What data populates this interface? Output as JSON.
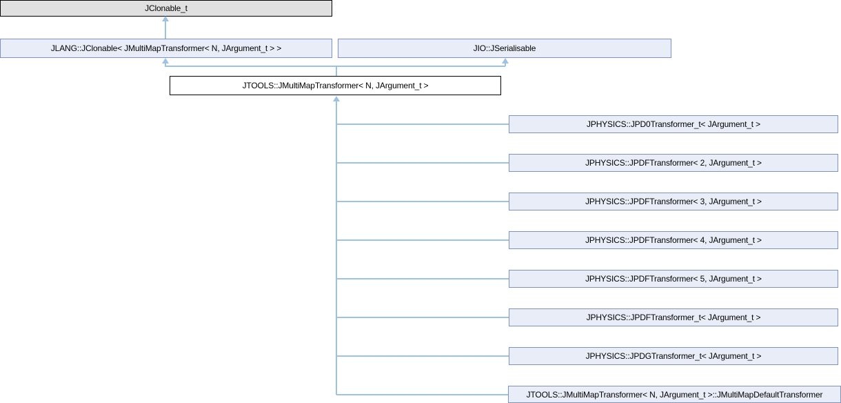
{
  "diagram": {
    "kind": "inheritance-graph",
    "colors": {
      "node_fill": "#E8EDF7",
      "node_border": "#7D91C3",
      "current_node_fill": "#FFFFFF",
      "current_node_border": "#000000",
      "root_node_fill": "#E0E0E0",
      "root_node_border": "#000000",
      "edge": "#9CC2E4",
      "text": "#000000"
    },
    "nodes": {
      "root": {
        "label": "JClonable_t"
      },
      "bases": [
        {
          "label": "JLANG::JClonable< JMultiMapTransformer< N, JArgument_t > >"
        },
        {
          "label": "JIO::JSerialisable"
        }
      ],
      "current": {
        "label": "JTOOLS::JMultiMapTransformer< N, JArgument_t >"
      },
      "derived": [
        {
          "label": "JPHYSICS::JPD0Transformer_t< JArgument_t >"
        },
        {
          "label": "JPHYSICS::JPDFTransformer< 2, JArgument_t >"
        },
        {
          "label": "JPHYSICS::JPDFTransformer< 3, JArgument_t >"
        },
        {
          "label": "JPHYSICS::JPDFTransformer< 4, JArgument_t >"
        },
        {
          "label": "JPHYSICS::JPDFTransformer< 5, JArgument_t >"
        },
        {
          "label": "JPHYSICS::JPDFTransformer_t< JArgument_t >"
        },
        {
          "label": "JPHYSICS::JPDGTransformer_t< JArgument_t >"
        },
        {
          "label": "JTOOLS::JMultiMapTransformer< N, JArgument_t >::JMultiMapDefaultTransformer"
        }
      ]
    }
  }
}
